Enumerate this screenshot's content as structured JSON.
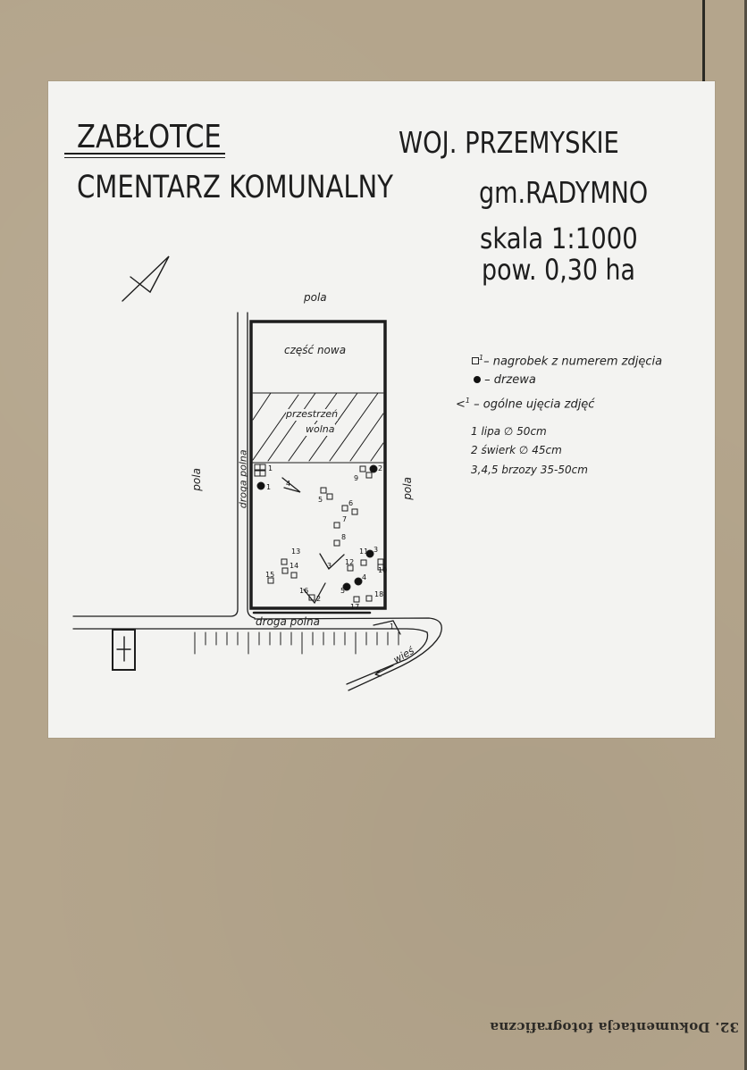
{
  "header": {
    "place": "ZABŁOTCE",
    "voivodeship": "WOJ. PRZEMYSKIE",
    "object": "CMENTARZ KOMUNALNY",
    "commune": "gm.RADYMNO",
    "scale": "skala 1:1000",
    "area": "pow. 0,30 ha"
  },
  "map": {
    "labels": {
      "fields_top": "pola",
      "fields_left": "pola",
      "fields_right": "pola",
      "new_part": "część nowa",
      "free_space_1": "przestrzeń",
      "free_space_2": "wolna",
      "field_road_vertical": "droga polna",
      "field_road_horizontal": "droga polna",
      "village": "wieś"
    },
    "graves": [
      "1",
      "5",
      "6",
      "7",
      "8",
      "9",
      "10",
      "11",
      "12",
      "13",
      "14",
      "15",
      "16",
      "17",
      "18"
    ],
    "trees": [
      "1",
      "2",
      "3",
      "4",
      "5"
    ],
    "views": [
      "1",
      "2",
      "3",
      "4"
    ],
    "icons": [
      "north-arrow-icon",
      "cross-icon",
      "grave-square-icon",
      "tree-dot-icon",
      "view-angle-icon"
    ]
  },
  "legend": {
    "grave": "– nagrobek z numerem zdjęcia",
    "grave_sample_num": "1",
    "tree": "– drzewa",
    "view": "– ogólne ujęcia zdjęć",
    "view_sample_num": "1",
    "trees_list": [
      "1 lipa ∅ 50cm",
      "2 świerk ∅ 45cm",
      "3,4,5 brzozy  35-50cm"
    ]
  },
  "footer": {
    "caption": "32. Dokumentacja fotograficzna"
  },
  "colors": {
    "board": "#b4a58c",
    "paper": "#f3f3f1",
    "ink": "#1d1d1d"
  }
}
